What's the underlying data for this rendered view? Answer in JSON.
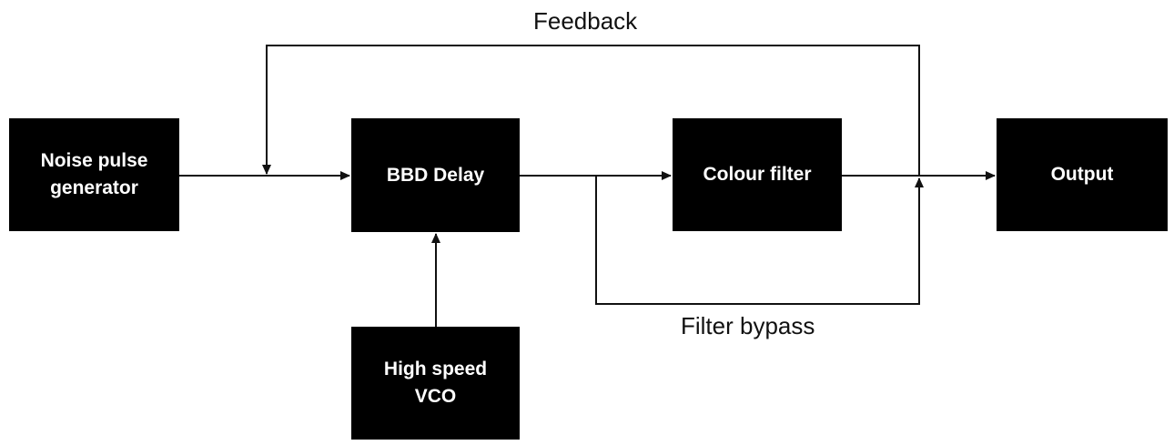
{
  "blocks": {
    "noise_pulse_generator": "Noise pulse\ngenerator",
    "bbd_delay": "BBD Delay",
    "high_speed_vco": "High speed\nVCO",
    "colour_filter": "Colour filter",
    "output": "Output"
  },
  "labels": {
    "feedback": "Feedback",
    "filter_bypass": "Filter bypass"
  },
  "colors": {
    "block_fill": "#000000",
    "block_text": "#ffffff",
    "line": "#111111"
  }
}
